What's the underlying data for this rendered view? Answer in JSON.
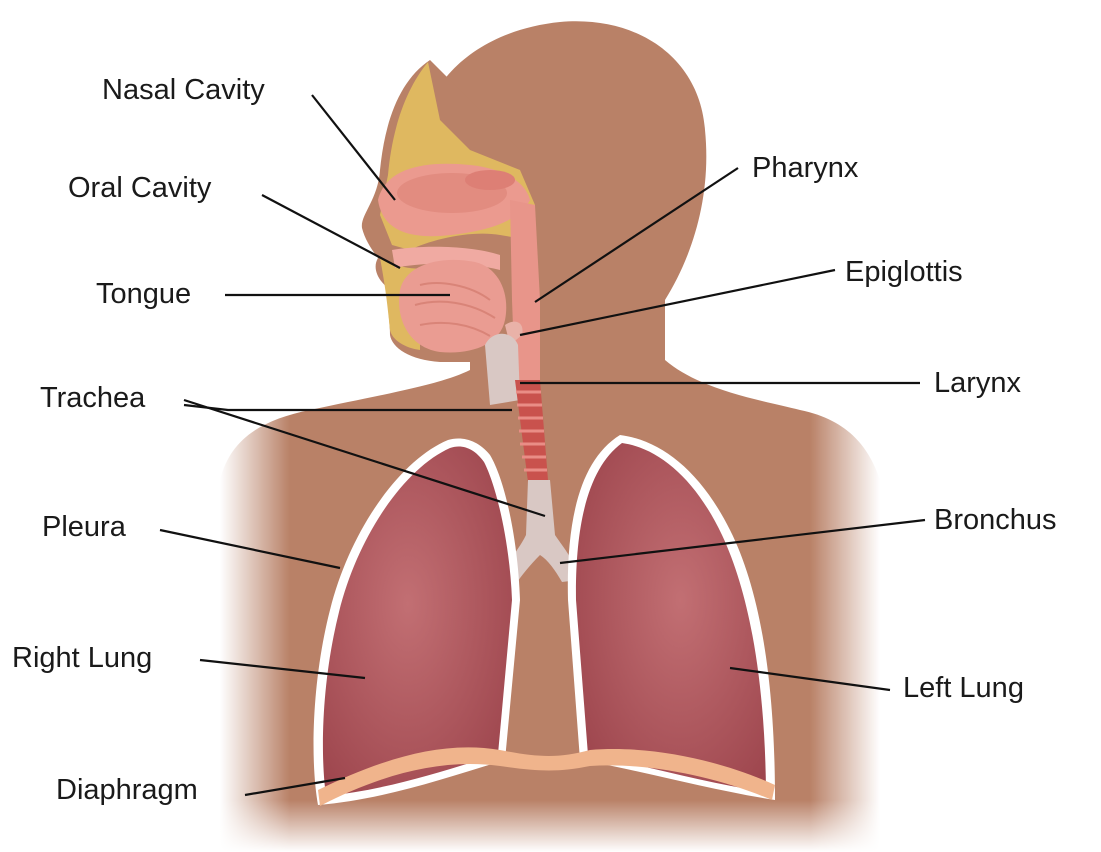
{
  "labels": {
    "nasal_cavity": "Nasal Cavity",
    "oral_cavity": "Oral Cavity",
    "tongue": "Tongue",
    "trachea": "Trachea",
    "pleura": "Pleura",
    "right_lung": "Right Lung",
    "diaphragm": "Diaphragm",
    "pharynx": "Pharynx",
    "epiglottis": "Epiglottis",
    "larynx": "Larynx",
    "bronchus": "Bronchus",
    "left_lung": "Left Lung"
  },
  "colors": {
    "skin": "#b98167",
    "skin_shadow": "#a86f56",
    "lung": "#a94e55",
    "lung_highlight": "#bd6a6f",
    "pleura_outline": "#f5eeee",
    "diaphragm": "#f0b48c",
    "airway": "#e58a80",
    "cartilage": "#d9c8c4",
    "bone": "#dfb860",
    "tissue": "#f1a39a"
  }
}
